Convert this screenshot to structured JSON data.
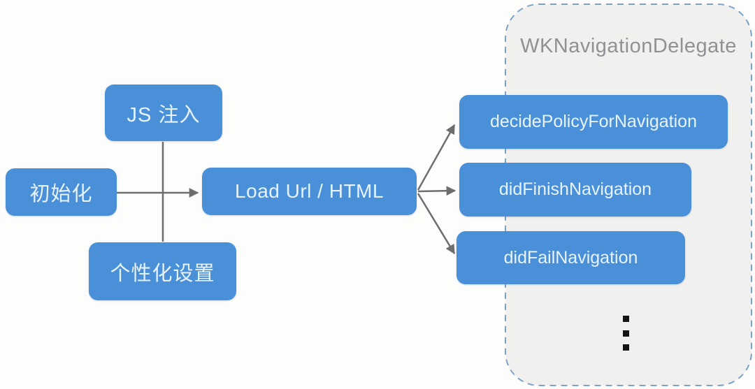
{
  "diagram": {
    "colors": {
      "node_fill": "#4a90d9",
      "node_text": "#e6f3fe",
      "container_fill": "#f0f0ee",
      "container_border": "#7ba3c9",
      "title_text": "#8f9194",
      "arrow": "#6e6e6e",
      "ellipsis": "#141414",
      "page_bg": "#fdfdfc"
    },
    "delegate_container": {
      "title": "WKNavigationDelegate"
    },
    "nodes": {
      "js_inject": {
        "label": "JS 注入"
      },
      "init": {
        "label": "初始化"
      },
      "custom_settings": {
        "label": "个性化设置"
      },
      "load_url": {
        "label": "Load Url / HTML"
      },
      "decide_policy": {
        "label": "decidePolicyForNavigation"
      },
      "did_finish": {
        "label": "didFinishNavigation"
      },
      "did_fail": {
        "label": "didFailNavigation"
      }
    },
    "more_indicator": "⋮"
  }
}
